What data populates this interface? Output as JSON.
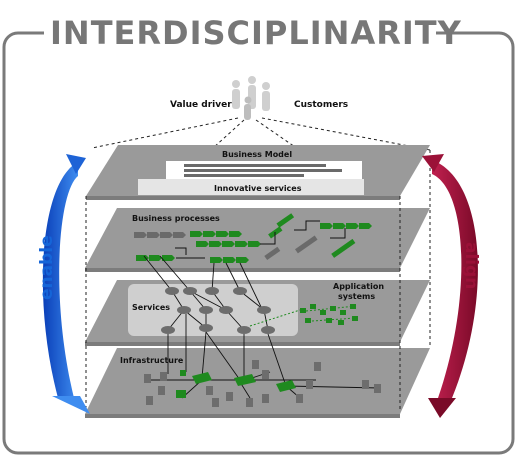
{
  "title": "INTERDISCIPLINARITY",
  "top_labels": {
    "value_driver": "Value driver",
    "customers": "Customers"
  },
  "layers": {
    "business_model": "Business Model",
    "innovative_services": "Innovative services",
    "business_processes": "Business processes",
    "services": "Services",
    "application_systems_line1": "Application",
    "application_systems_line2": "systems",
    "infrastructure": "Infrastructure"
  },
  "side_labels": {
    "left": "enable",
    "right": "align"
  },
  "colors": {
    "title": "#777777",
    "frame": "#7a7a7a",
    "layer_fill": "#9a9a9a",
    "green": "#1f8a1f",
    "gray_node": "#6d6d6d",
    "enable_arrow": "#1565d8",
    "align_arrow": "#9b1138"
  }
}
